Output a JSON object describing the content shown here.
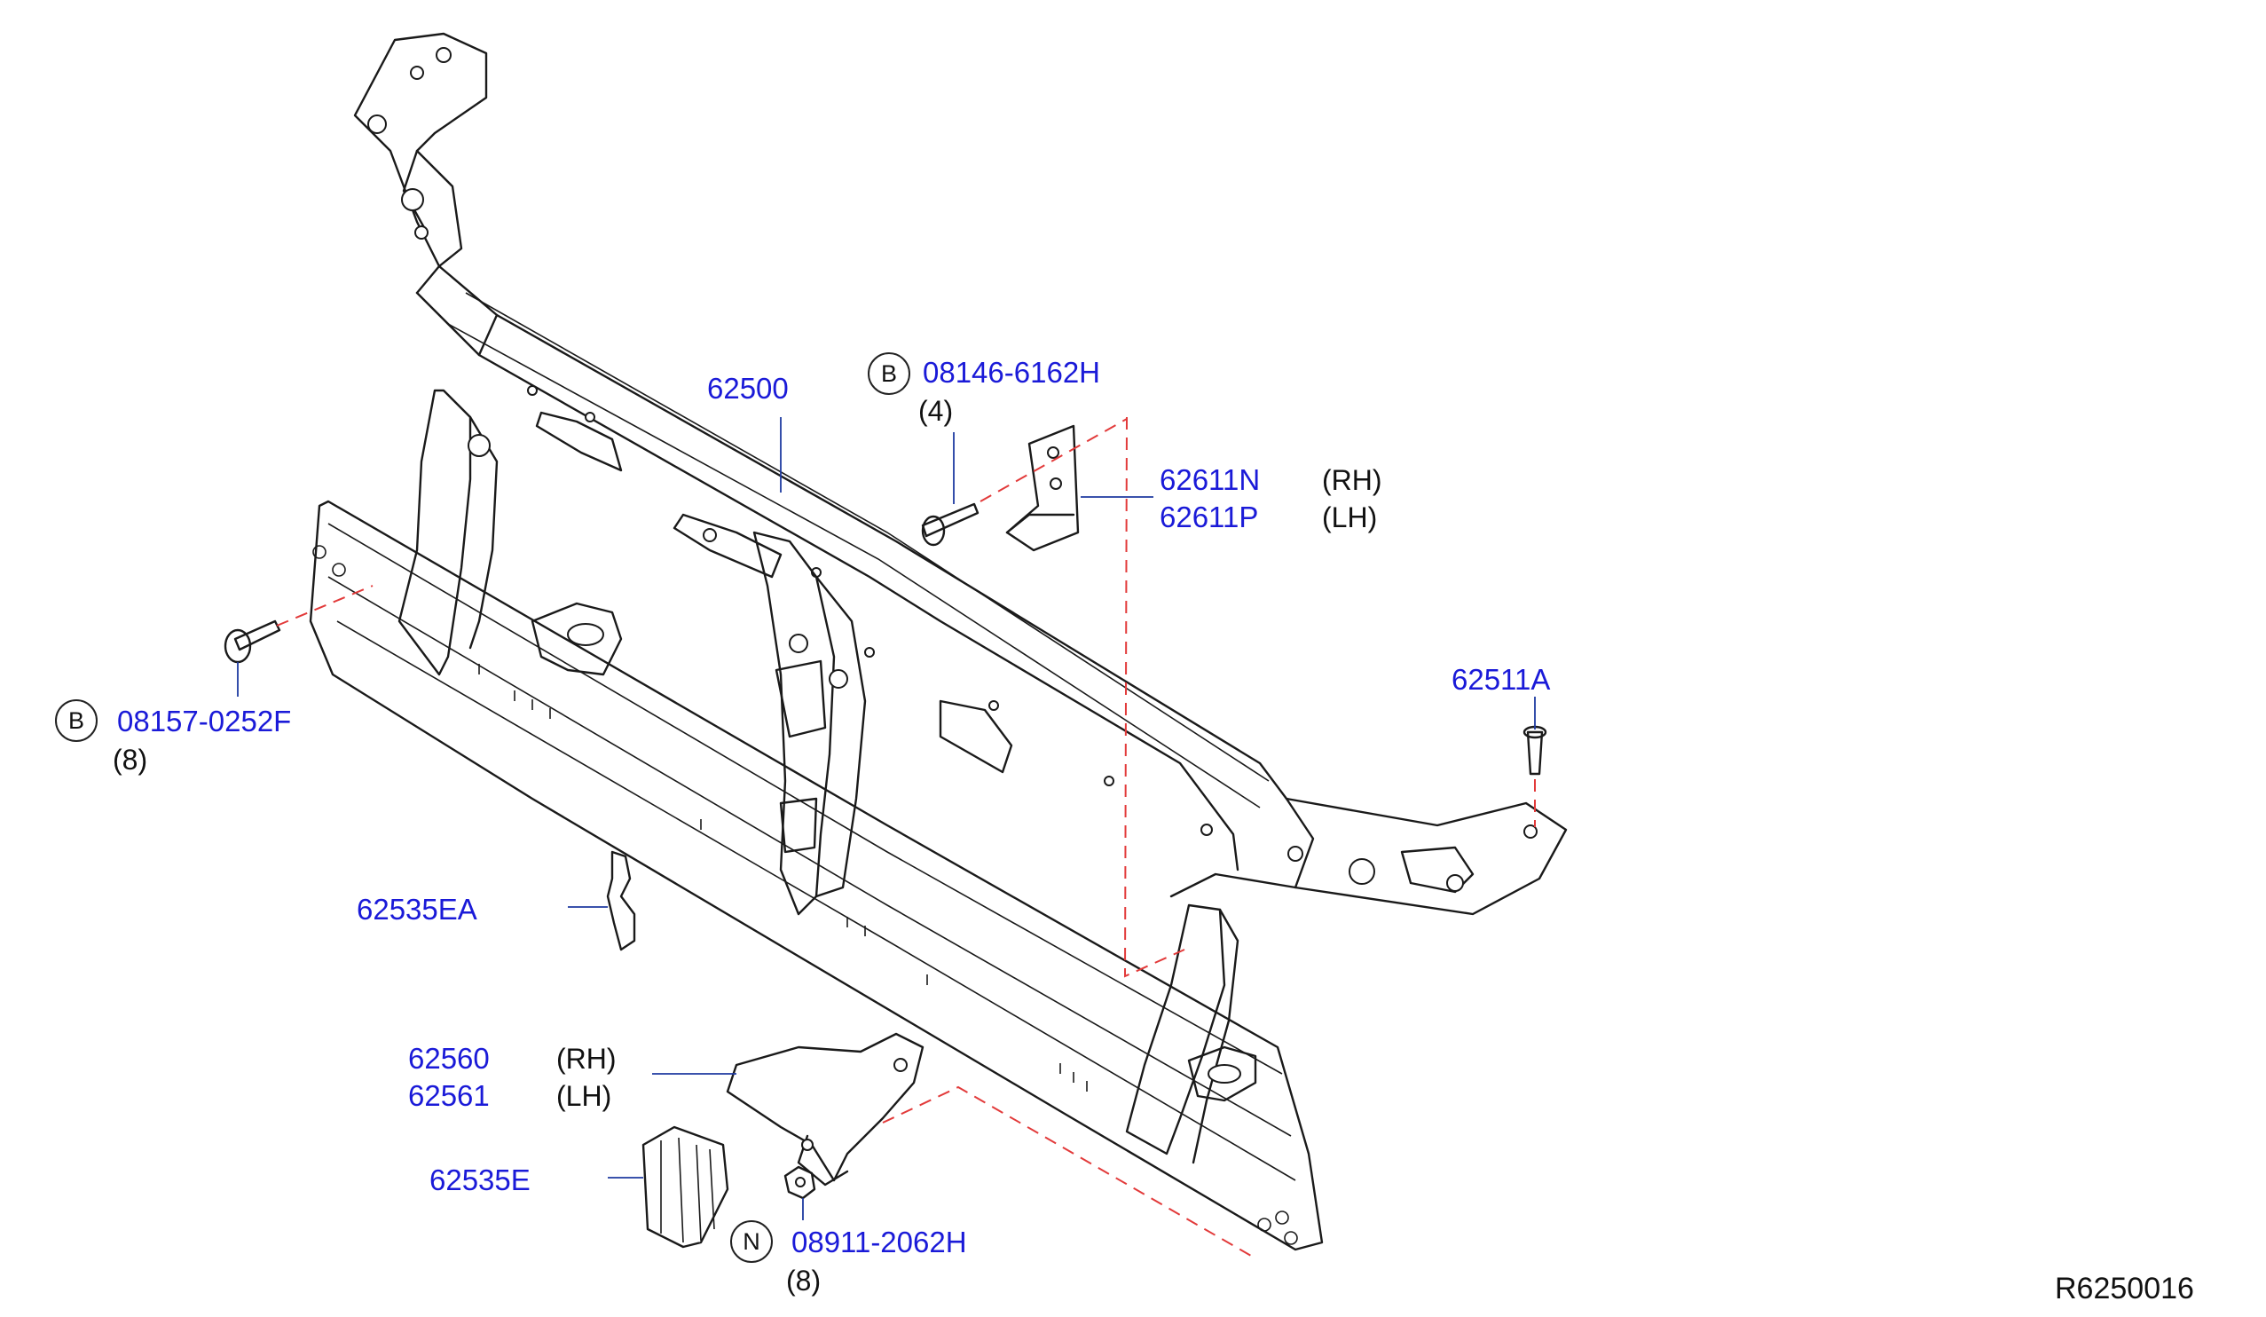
{
  "diagram_ref": "R6250016",
  "callouts": [
    {
      "id": "c62500",
      "part": "62500",
      "note": ""
    },
    {
      "id": "c08146",
      "symbol": "B",
      "part": "08146-6162H",
      "note": "(4)"
    },
    {
      "id": "c62611N",
      "part": "62611N",
      "note": "(RH)"
    },
    {
      "id": "c62611P",
      "part": "62611P",
      "note": "(LH)"
    },
    {
      "id": "c62511A",
      "part": "62511A",
      "note": ""
    },
    {
      "id": "c08157",
      "symbol": "B",
      "part": "08157-0252F",
      "note": "(8)"
    },
    {
      "id": "c62535EA",
      "part": "62535EA",
      "note": ""
    },
    {
      "id": "c62560",
      "part": "62560",
      "note": "(RH)"
    },
    {
      "id": "c62561",
      "part": "62561",
      "note": "(LH)"
    },
    {
      "id": "c62535E",
      "part": "62535E",
      "note": ""
    },
    {
      "id": "c08911",
      "symbol": "N",
      "part": "08911-2062H",
      "note": "(8)"
    }
  ],
  "colors": {
    "part_number": "#1a1ad8",
    "leader": "#1e3aa0",
    "dashed_guide": "#e23a3a",
    "outline": "#1a1a1a"
  }
}
